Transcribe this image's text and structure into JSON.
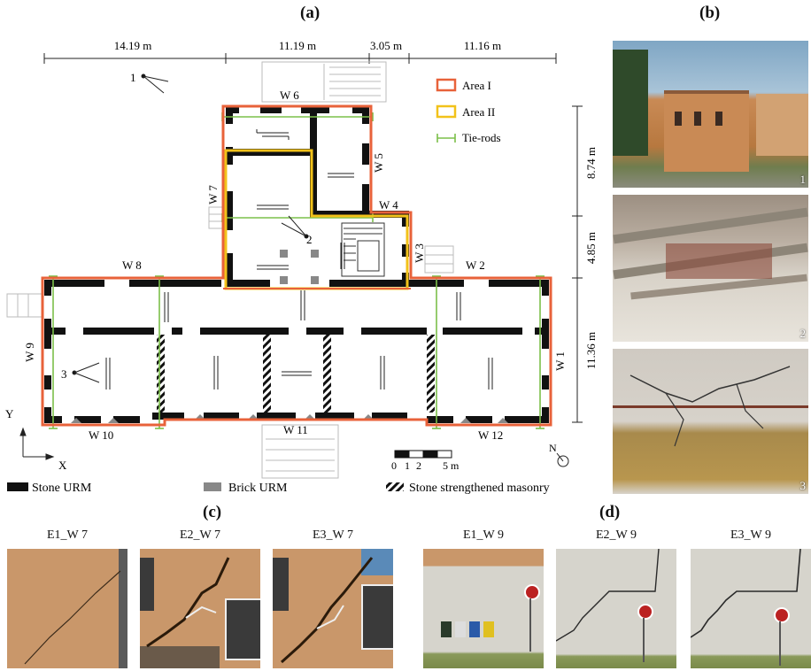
{
  "panels": {
    "a": "(a)",
    "b": "(b)",
    "c": "(c)",
    "d": "(d)"
  },
  "dimensions": {
    "top": [
      "14.19 m",
      "11.19 m",
      "3.05 m",
      "11.16 m"
    ],
    "right": [
      "8.74 m",
      "4.85 m",
      "11.36 m"
    ]
  },
  "walls": [
    "W 1",
    "W 2",
    "W 3",
    "W 4",
    "W 5",
    "W 6",
    "W 7",
    "W 8",
    "W 9",
    "W 10",
    "W 11",
    "W 12"
  ],
  "legend": {
    "area1": "Area I",
    "area2": "Area II",
    "tierods": "Tie-rods"
  },
  "colors": {
    "area1": "#e8623a",
    "area2": "#f2c21a",
    "tierods": "#7cc04a"
  },
  "axes": {
    "y": "Y",
    "x": "X",
    "north": "N"
  },
  "scale": {
    "ticks": [
      "0",
      "1",
      "2",
      "5 m"
    ]
  },
  "markers": [
    "1",
    "2",
    "3"
  ],
  "material_legend": {
    "stone": "Stone URM",
    "brick": "Brick URM",
    "strengthened": "Stone strengthened masonry"
  },
  "photo_numbers": [
    "1",
    "2",
    "3"
  ],
  "c_labels": [
    "E1_W 7",
    "E2_W 7",
    "E3_W 7"
  ],
  "d_labels": [
    "E1_W 9",
    "E2_W 9",
    "E3_W 9"
  ]
}
